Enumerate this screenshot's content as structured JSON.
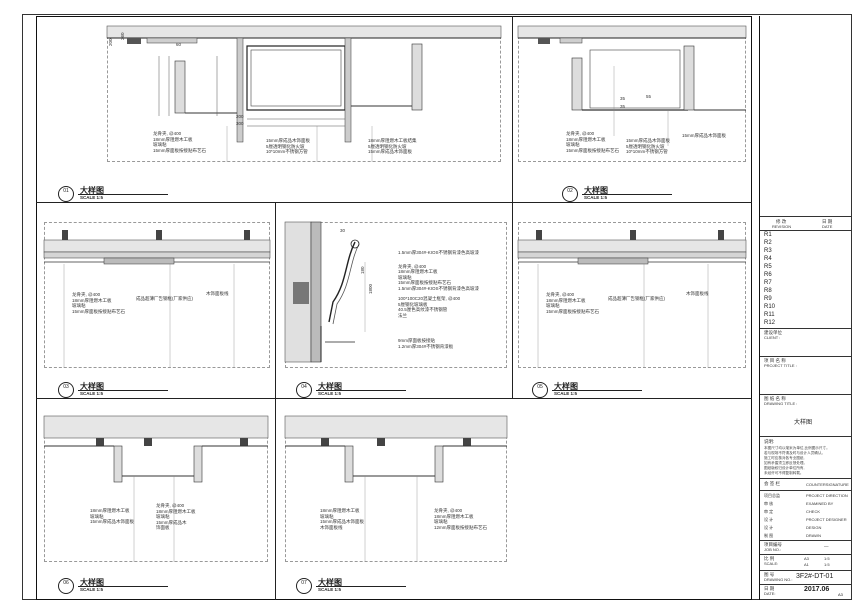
{
  "details": [
    {
      "num": "01",
      "title": "大样图",
      "scale": "SCALE 1:5"
    },
    {
      "num": "02",
      "title": "大样图",
      "scale": "SCALE 1:5"
    },
    {
      "num": "03",
      "title": "大样图",
      "scale": "SCALE 1:5"
    },
    {
      "num": "04",
      "title": "大样图",
      "scale": "SCALE 1:5"
    },
    {
      "num": "05",
      "title": "大样图",
      "scale": "SCALE 1:5"
    },
    {
      "num": "06",
      "title": "大样图",
      "scale": "SCALE 1:5"
    },
    {
      "num": "07",
      "title": "大样图",
      "scale": "SCALE 1:5"
    }
  ],
  "notes": {
    "d01_left": [
      "龙骨夹, @400",
      "18mm厚阻燃木工板",
      "玻璃粘",
      "15mm厚面板按接贴布艺石"
    ],
    "d01_mid": [
      "15mm厚成品木饰面板",
      "5厘透明钢化防火玻",
      "10*10mm不锈钢方管"
    ],
    "d01_right": [
      "18mm厚阻燃木工板结集",
      "5厘透明钢化防火玻",
      "15mm厚成品木饰面板"
    ],
    "d02_left": [
      "龙骨夹, @400",
      "18mm厚阻燃木工板",
      "玻璃粘",
      "15mm厚面板按接贴布艺石"
    ],
    "d02_mid": [
      "15mm厚成品木饰面板",
      "5厘透明钢化防火玻",
      "10*10mm不锈钢方管"
    ],
    "d02_right": [
      "15mm厚成品木饰面板"
    ],
    "d03_left": [
      "龙骨夹, @400",
      "18mm厚阻燃木工板",
      "玻璃粘",
      "15mm厚面板按接贴布艺石"
    ],
    "d03_mid": [
      "成品超薄厂告钢框(厂家供应)"
    ],
    "d03_right": [
      "木饰面板线"
    ],
    "d04_right": [
      "1.5mm厚304#-KIOS不锈钢背漆色高玻漆",
      "龙骨夹, @400",
      "18mm厚阻燃木工板",
      "玻璃粘",
      "15mm厚面板按接贴布艺石",
      "1.5mm厚304#-KIOS不锈钢背漆色高玻漆"
    ],
    "d04_mid": [
      "100*100C20混凝土框架, @400",
      "5厘钢化玻璃板",
      "40.5厘色高纹漆不锈钢管",
      "法兰"
    ],
    "d04_bottom": [
      "9mm厚面板按接贴",
      "1.2mm厚304#不锈钢背漆板"
    ],
    "d05_left": [
      "龙骨夹, @400",
      "18mm厚阻燃木工板",
      "玻璃粘",
      "15mm厚面板按接贴布艺石"
    ],
    "d05_mid": [
      "成品超薄厂告钢框(厂家供应)"
    ],
    "d05_right": [
      "木饰面板线"
    ],
    "d06_left": [
      "18mm厚阻燃木工板",
      "玻璃粘",
      "15mm厚成品木饰面板"
    ],
    "d06_right": [
      "龙骨夹, @400",
      "18mm厚阻燃木工板",
      "玻璃粘",
      "15mm厚成品木",
      "饰面板"
    ],
    "d07_left": [
      "18mm厚阻燃木工板",
      "玻璃粘",
      "15mm厚成品木饰面板",
      "木饰面板线"
    ],
    "d07_right": [
      "龙骨夹, @400",
      "18mm厚阻燃木工板",
      "玻璃粘",
      "12mm厚面板按接贴布艺石"
    ]
  },
  "dims": {
    "d01": [
      "200",
      "260",
      "200",
      "300",
      "60"
    ],
    "d02": [
      "35",
      "55",
      "35"
    ],
    "d04": [
      "30",
      "1800",
      "180"
    ]
  },
  "titleblock": {
    "revision_label": "修 改",
    "revision_en": "REVISION",
    "date_label": "日 期",
    "date_en": "DATE",
    "revisions": [
      "R1",
      "R2",
      "R3",
      "R4",
      "R5",
      "R6",
      "R7",
      "R8",
      "R9",
      "R10",
      "R11",
      "R12"
    ],
    "client_label": "建设单位",
    "client_en": "CLIENT :",
    "project_label": "项 目 名 称",
    "project_en": "PROJECT TITLE :",
    "drawing_label": "图 纸 名 称",
    "drawing_en": "DRAWING TITLE :",
    "drawing_title": "大样图",
    "notes_label": "说明:",
    "notes_text": [
      "本图尺寸均以毫米为单位,比例图示尺寸。",
      "若与现场不符请及时与设计人员确认。",
      "施工时应核对各专业图纸,",
      "如有矛盾须立即反馈处理。",
      "图纸版权归设计单位所有,",
      "未经许可不得复制转载。"
    ],
    "sign_label": "会 签 栏",
    "sign_en": "COUNTERSIGNATURE",
    "roles": [
      [
        "项目总监",
        "PROJECT DIRECTION"
      ],
      [
        "审 核",
        "EXAMINED BY"
      ],
      [
        "审 定",
        "CHECK"
      ],
      [
        "设 计",
        "PROJECT DESIGNER"
      ],
      [
        "设 计",
        "DESIGN"
      ],
      [
        "制 图",
        "DRAWN"
      ]
    ],
    "job_label": "项目编号",
    "job_en": "JOB NO.:",
    "job_value": "—",
    "scale_label": "比 例",
    "scale_en": "SCALE:",
    "scale_a3": "A3",
    "scale_a1": "A1",
    "scale_values": [
      "1:5",
      "1:5"
    ],
    "drawing_no_label": "图 号",
    "drawing_no_en": "DRAWING NO.:",
    "drawing_no": "3F2#-DT-01",
    "date_value_label": "日 期",
    "date_value_en": "DATE:",
    "date_value": "2017.06",
    "sheet_size": "A3"
  }
}
